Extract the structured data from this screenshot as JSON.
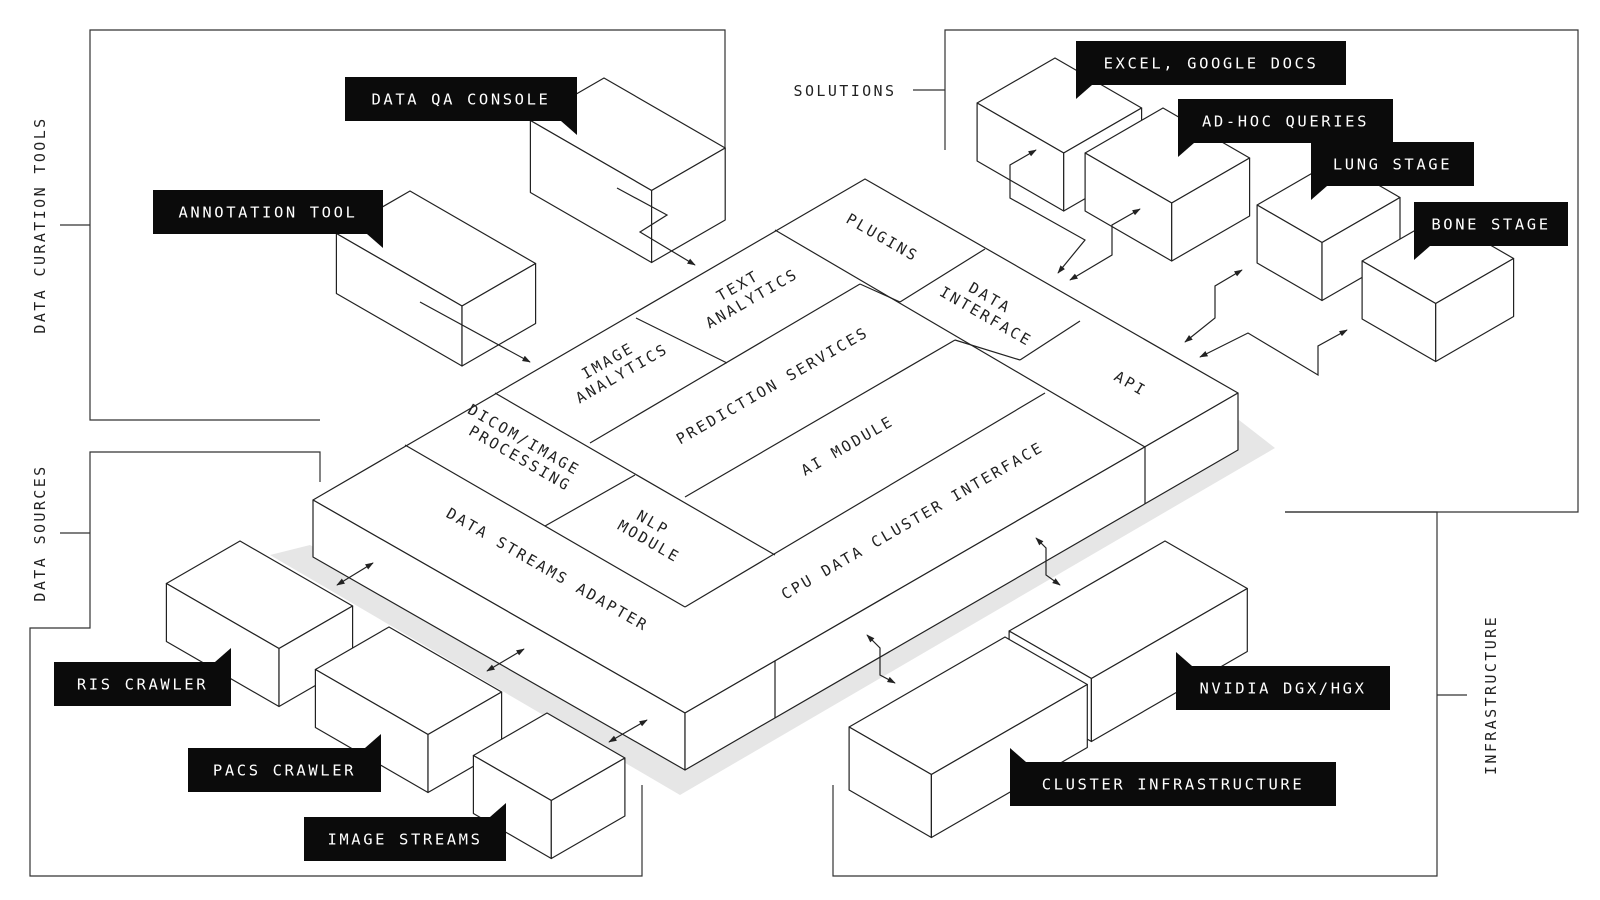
{
  "groups": {
    "data_curation_tools": "DATA CURATION TOOLS",
    "data_sources": "DATA SOURCES",
    "solutions": "SOLUTIONS",
    "infrastructure": "INFRASTRUCTURE"
  },
  "platform": {
    "plugins": "PLUGINS",
    "text_analytics": [
      "TEXT",
      "ANALYTICS"
    ],
    "image_analytics": [
      "IMAGE",
      "ANALYTICS"
    ],
    "data_interface": [
      "DATA",
      "INTERFACE"
    ],
    "prediction_services": "PREDICTION SERVICES",
    "dicom_processing": [
      "DICOM/IMAGE",
      "PROCESSING"
    ],
    "api": "API",
    "ai_module": "AI MODULE",
    "nlp_module": [
      "NLP",
      "MODULE"
    ],
    "data_streams_adapter": "DATA STREAMS ADAPTER",
    "cpu_cluster_interface": "CPU DATA CLUSTER INTERFACE"
  },
  "tags": {
    "data_qa_console": "DATA QA CONSOLE",
    "annotation_tool": "ANNOTATION TOOL",
    "excel_google_docs": "EXCEL, GOOGLE DOCS",
    "ad_hoc_queries": "AD-HOC QUERIES",
    "lung_stage": "LUNG STAGE",
    "bone_stage": "BONE STAGE",
    "ris_crawler": "RIS CRAWLER",
    "pacs_crawler": "PACS CRAWLER",
    "image_streams": "IMAGE STREAMS",
    "nvidia_dgx_hgx": "NVIDIA DGX/HGX",
    "cluster_infrastructure": "CLUSTER INFRASTRUCTURE"
  }
}
